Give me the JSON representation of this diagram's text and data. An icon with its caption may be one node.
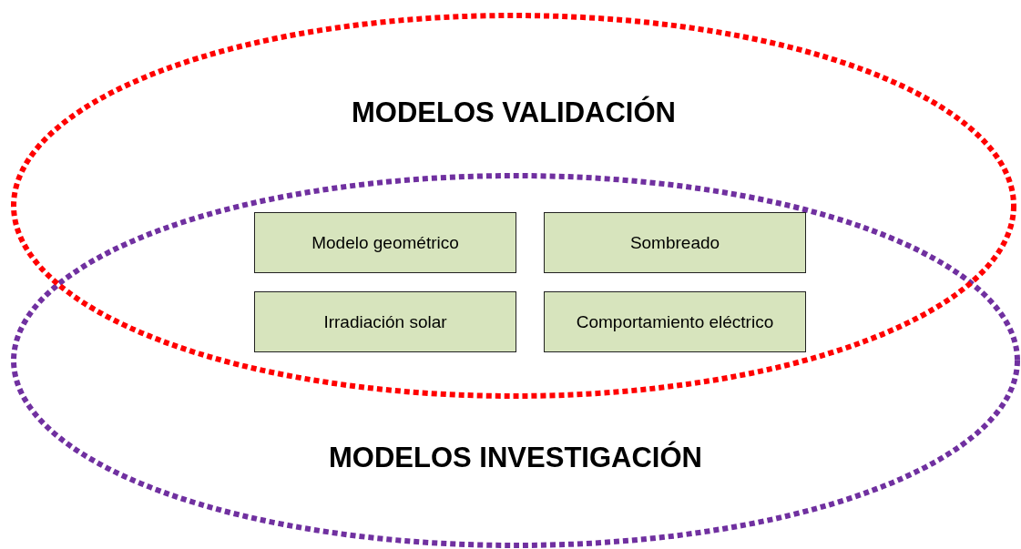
{
  "diagram": {
    "nodes": [
      {
        "text": [
          "MODELOS VALIDACIÓN"
        ]
      },
      {
        "text": [
          "Modelo geométrico"
        ]
      },
      {
        "text": [
          "Sombreado"
        ]
      },
      {
        "text": [
          "Irradiación solar"
        ]
      },
      {
        "text": [
          "Comportamiento eléctrico"
        ]
      },
      {
        "text": [
          "MODELOS INVESTIGACIÓN"
        ]
      }
    ]
  }
}
